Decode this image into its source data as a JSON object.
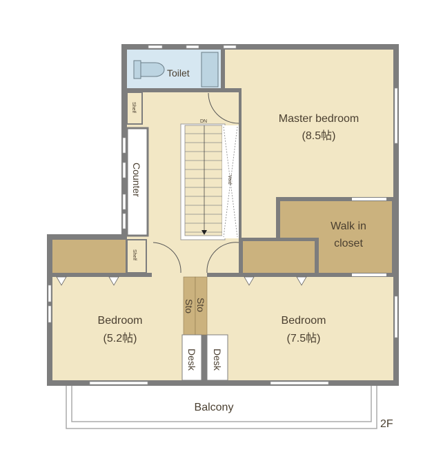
{
  "floor_label": "2F",
  "colors": {
    "wall": "#7d7d7d",
    "floor": "#f2e7c5",
    "storage": "#cbb27e",
    "toilet": "#d6e7f1",
    "fixture": "#ffffff"
  },
  "rooms": {
    "toilet": "Toilet",
    "master": {
      "name": "Master bedroom",
      "size": "(8.5帖)"
    },
    "walkin": {
      "line1": "Walk in",
      "line2": "closet"
    },
    "bedroom_left": {
      "name": "Bedroom",
      "size": "(5.2帖)"
    },
    "bedroom_right": {
      "name": "Bedroom",
      "size": "(7.5帖)"
    },
    "balcony": "Balcony"
  },
  "fixtures": {
    "counter": "Counter",
    "shelf_top": "Shelf",
    "shelf_bottom": "Shelf",
    "stairs_dn": "DN",
    "void": "Void",
    "sto_left": "Sto",
    "sto_right": "Sto",
    "desk_left": "Desk",
    "desk_right": "Desk"
  }
}
